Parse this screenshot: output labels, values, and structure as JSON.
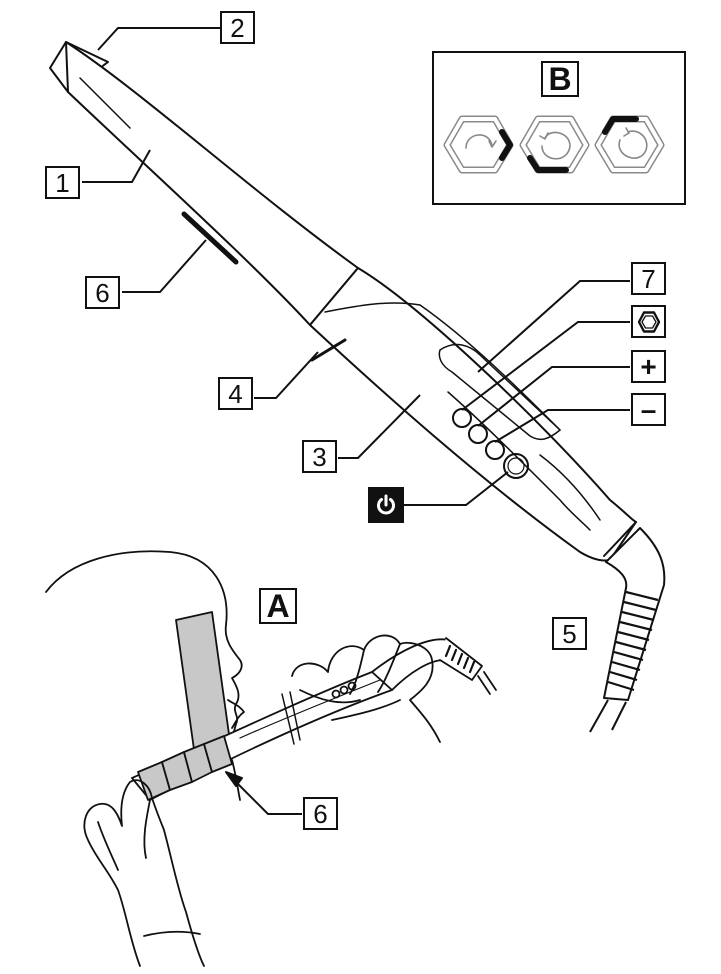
{
  "callouts": {
    "c1": "1",
    "c2": "2",
    "c3": "3",
    "c4": "4",
    "c5": "5",
    "c6": "6",
    "c6b": "6",
    "c7": "7"
  },
  "panels": {
    "a": "A",
    "b": "B"
  },
  "controls": {
    "plus": "+",
    "minus": "–"
  },
  "icons": {
    "program": "hexagon-program-icon",
    "power": "power-icon",
    "b_modes": [
      "ramp-mode-icon",
      "pulse-mode-icon",
      "full-power-mode-icon"
    ]
  },
  "colors": {
    "line": "#111111",
    "shield": "#c8c8c8",
    "grey_icon": "#8a8a8a"
  }
}
